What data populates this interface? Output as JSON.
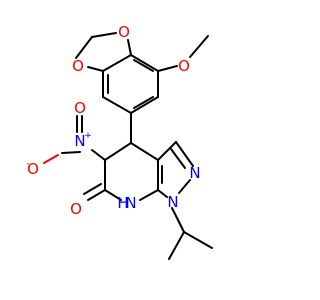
{
  "molecule": {
    "atoms": {
      "o_methoxy": {
        "symbol": "O",
        "color": "#ff0000"
      },
      "o_dioxole_top": {
        "symbol": "O",
        "color": "#ff0000"
      },
      "o_dioxole_left": {
        "symbol": "O",
        "color": "#ff0000"
      },
      "o_carbonyl": {
        "symbol": "O",
        "color": "#ff0000"
      },
      "o_nitro": {
        "symbol": "O",
        "charge": "-",
        "color": "#ff0000"
      },
      "n_nitro": {
        "symbol": "N",
        "charge": "+",
        "color": "#0000ff"
      },
      "n_pyrazole_2": {
        "symbol": "N",
        "color": "#0000ff"
      },
      "n_pyrazole_1": {
        "symbol": "N",
        "color": "#0000ff"
      },
      "n_amide": {
        "symbol": "N",
        "color": "#0000ff"
      },
      "h_amide": {
        "symbol": "H",
        "color": "#0000ff"
      }
    }
  }
}
